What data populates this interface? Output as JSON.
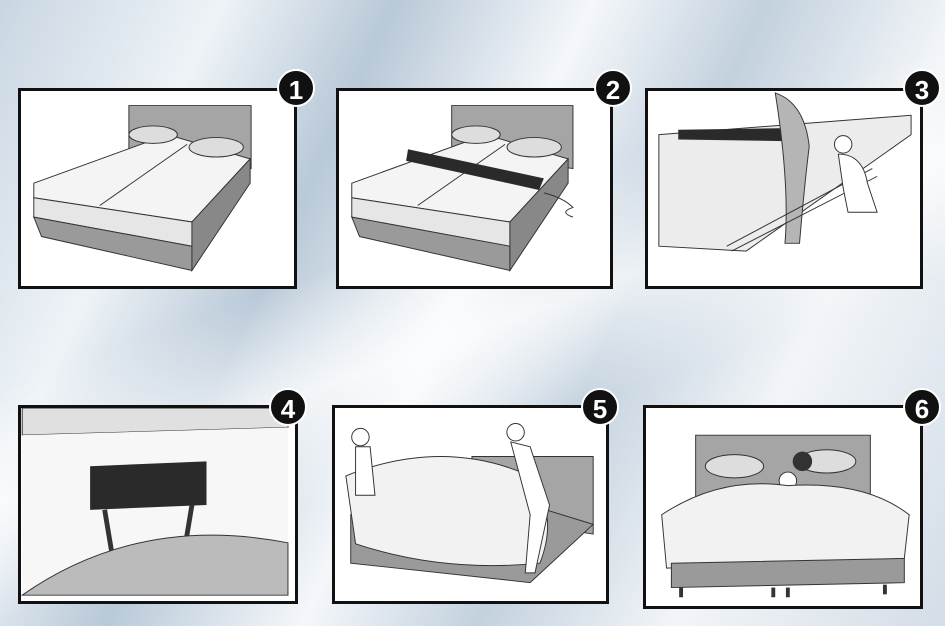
{
  "steps": [
    {
      "number": "1",
      "description_icon": "two-single-beds"
    },
    {
      "number": "2",
      "description_icon": "strap-across-mattresses"
    },
    {
      "number": "3",
      "description_icon": "lift-mattress-fasten-strap"
    },
    {
      "number": "4",
      "description_icon": "strap-buckle-closeup"
    },
    {
      "number": "5",
      "description_icon": "two-people-spread-sheet"
    },
    {
      "number": "6",
      "description_icon": "couple-in-bed"
    }
  ],
  "colors": {
    "frame": "#111111",
    "strap": "#2a2a2a",
    "bed": "#9a9a9a",
    "mattress": "#f2f2f2"
  }
}
